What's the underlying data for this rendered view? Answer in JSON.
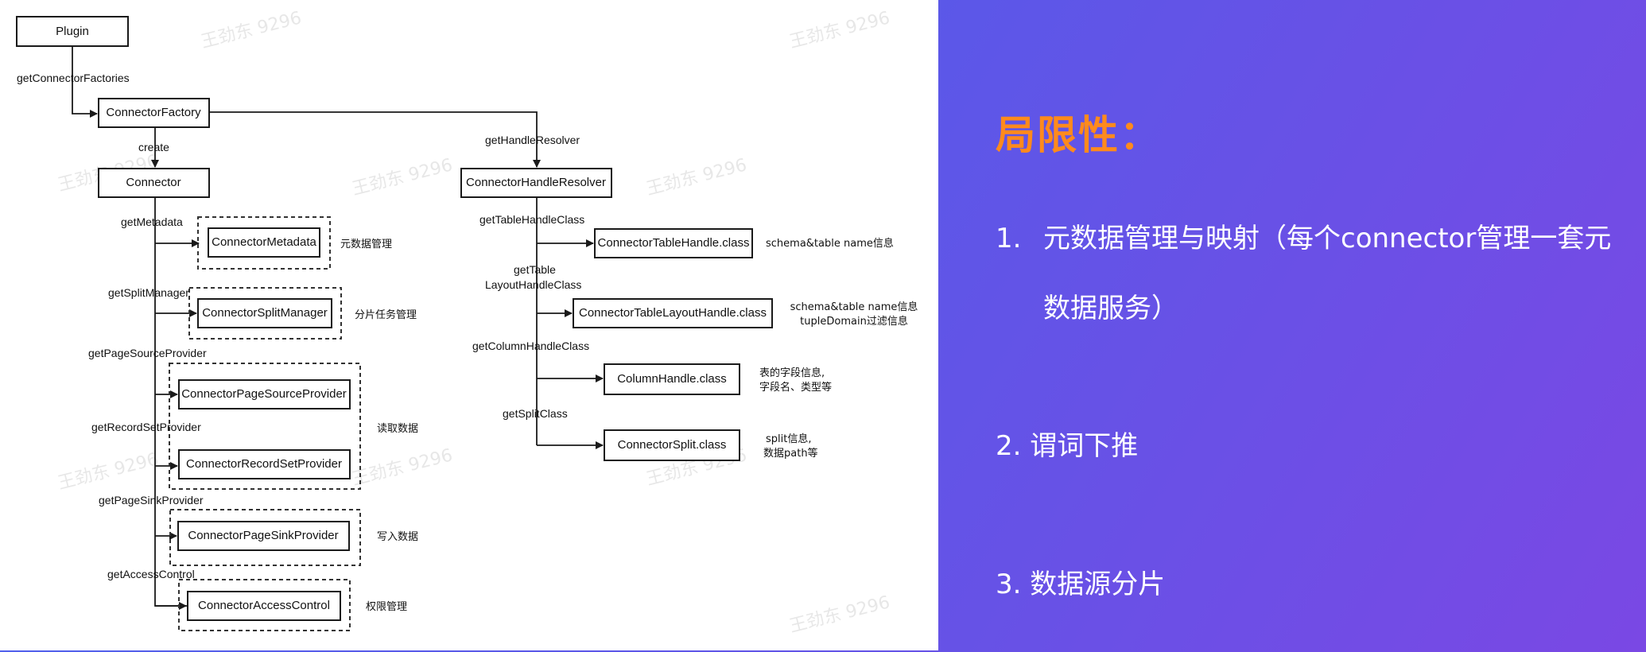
{
  "diagram": {
    "nodes": {
      "plugin": "Plugin",
      "connector_factory": "ConnectorFactory",
      "connector": "Connector",
      "connector_handle_resolver": "ConnectorHandleResolver",
      "connector_metadata": "ConnectorMetadata",
      "connector_split_manager": "ConnectorSplitManager",
      "connector_page_source_provider": "ConnectorPageSourceProvider",
      "connector_record_set_provider": "ConnectorRecordSetProvider",
      "connector_page_sink_provider": "ConnectorPageSinkProvider",
      "connector_access_control": "ConnectorAccessControl",
      "connector_table_handle": "ConnectorTableHandle.class",
      "connector_table_layout_handle": "ConnectorTableLayoutHandle.class",
      "column_handle": "ColumnHandle.class",
      "connector_split": "ConnectorSplit.class"
    },
    "edges": {
      "get_connector_factories": "getConnectorFactories",
      "create": "create",
      "get_handle_resolver": "getHandleResolver",
      "get_metadata": "getMetadata",
      "get_split_manager": "getSplitManager",
      "get_page_source_provider": "getPageSourceProvider",
      "get_record_set_provider": "getRecordSetProvider",
      "get_page_sink_provider": "getPageSinkProvider",
      "get_access_control": "getAccessControl",
      "get_table_handle_class": "getTableHandleClass",
      "get_table_layout_handle_class_1": "getTable",
      "get_table_layout_handle_class_2": "LayoutHandleClass",
      "get_column_handle_class": "getColumnHandleClass",
      "get_split_class": "getSplitClass"
    },
    "notes": {
      "metadata": "元数据管理",
      "split": "分片任务管理",
      "read": "读取数据",
      "write": "写入数据",
      "access": "权限管理",
      "table_handle": "schema&table name信息",
      "layout_1": "schema&table name信息",
      "layout_2": "tupleDomain过滤信息",
      "column_1": "表的字段信息,",
      "column_2": "字段名、类型等",
      "split_1": "split信息,",
      "split_2": "数据path等"
    },
    "watermark": "王劲东 9296"
  },
  "slide": {
    "title": "局限性：",
    "items": [
      {
        "num": "1.",
        "line1": "元数据管理与映射（每个connector管理一套元",
        "line2": "数据服务）"
      },
      {
        "num": "2.",
        "text": "谓词下推"
      },
      {
        "num": "3.",
        "text": "数据源分片"
      }
    ]
  },
  "colors": {
    "title": "#ff8a1c",
    "text": "#ffffff",
    "background_start": "#4b68ee",
    "background_end": "#7a48e4"
  }
}
